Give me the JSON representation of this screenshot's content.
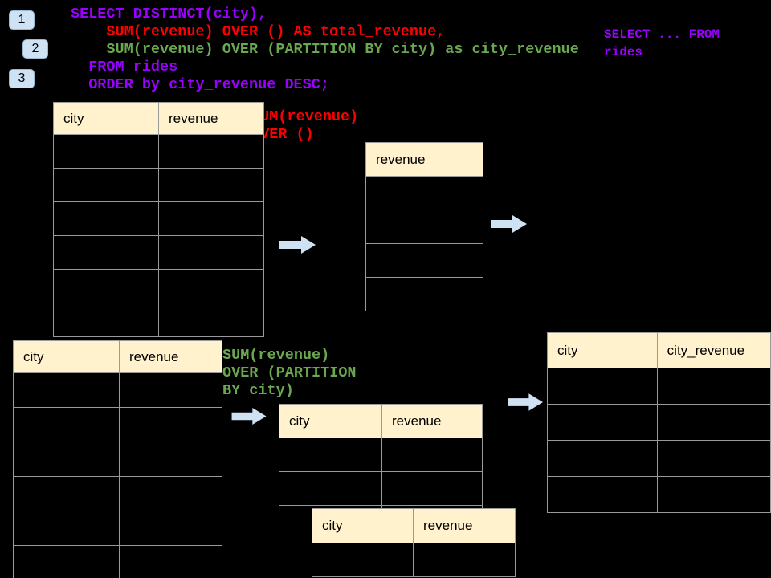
{
  "badges": [
    {
      "label": "1"
    },
    {
      "label": "2"
    },
    {
      "label": "3"
    }
  ],
  "code": {
    "lines": [
      {
        "text": "SELECT DISTINCT(city),",
        "color": "purple"
      },
      {
        "text": "    SUM(revenue) OVER () AS total_revenue,",
        "color": "red"
      },
      {
        "text": "    SUM(revenue) OVER (PARTITION BY city) as city_revenue",
        "color": "green"
      },
      {
        "text": "  FROM rides",
        "color": "purple"
      },
      {
        "text": "  ORDER by city_revenue DESC;",
        "color": "purple"
      }
    ]
  },
  "side_note": {
    "line1": "SELECT ... FROM",
    "line2": "rides"
  },
  "annotations": {
    "total_revenue": {
      "line1": "SUM(revenue)",
      "line2": "OVER ()"
    },
    "partition": {
      "line1": "SUM(revenue)",
      "line2": "OVER (PARTITION",
      "line3": "BY city)"
    }
  },
  "tables": {
    "source_top": {
      "columns": [
        "city",
        "revenue"
      ],
      "rows": 6
    },
    "total_result": {
      "columns": [
        "revenue"
      ],
      "rows": 4
    },
    "source_bottom": {
      "columns": [
        "city",
        "revenue"
      ],
      "rows": 6
    },
    "partition_mid": {
      "columns": [
        "city",
        "revenue"
      ],
      "rows": 3
    },
    "partition_front": {
      "columns": [
        "city",
        "revenue"
      ],
      "rows": 1
    },
    "city_revenue_result": {
      "columns": [
        "city",
        "city_revenue"
      ],
      "rows": 4
    }
  },
  "colors": {
    "background": "#000000",
    "code_purple": "#9900ff",
    "code_red": "#ff0000",
    "code_green": "#6aa84f",
    "table_header_fill": "#fff2cc",
    "table_border": "#9a9a9a",
    "arrow_fill": "#cfe2f3",
    "badge_fill": "#cfe2f3"
  }
}
